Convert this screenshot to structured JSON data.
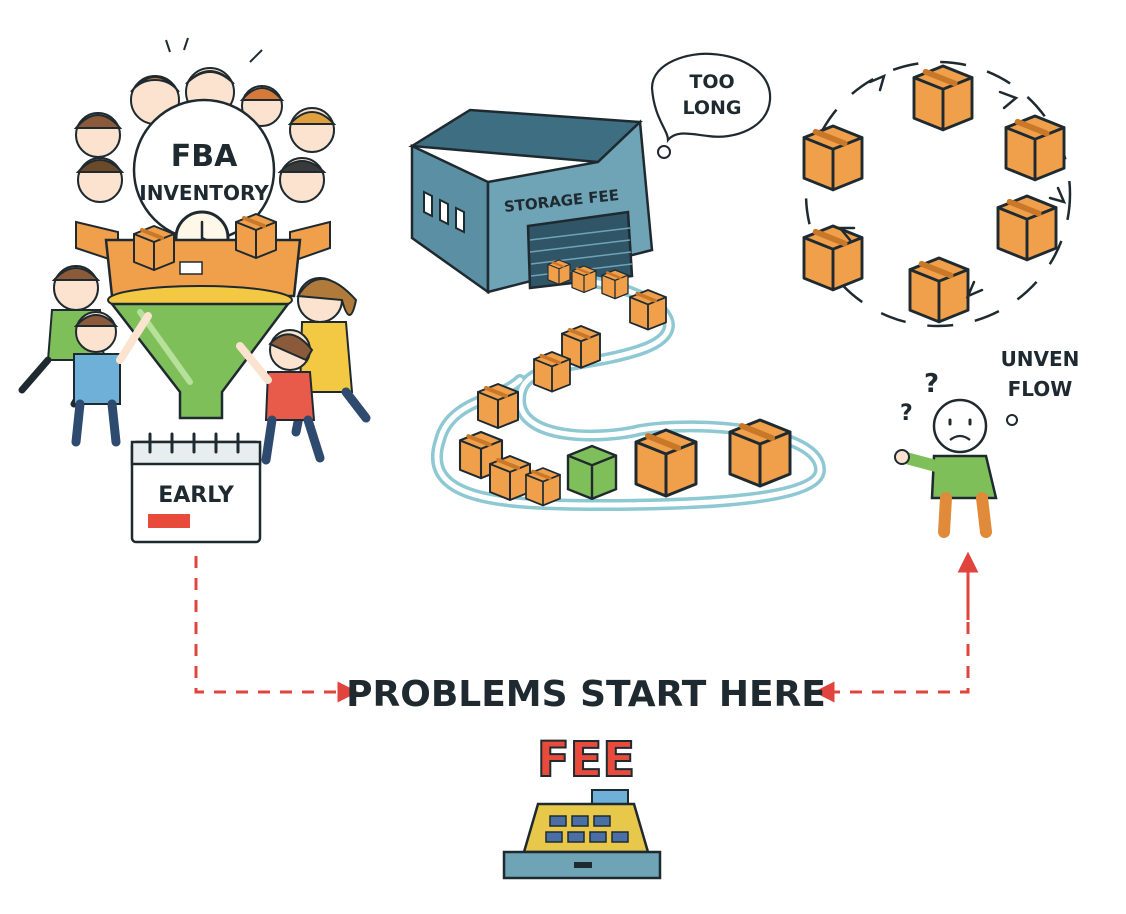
{
  "funnel": {
    "badge_line1": "FBA",
    "badge_line2": "INVENTORY",
    "calendar_label": "EARLY"
  },
  "warehouse": {
    "sign": "STORAGE FEE",
    "thought_line1": "TOO",
    "thought_line2": "LONG"
  },
  "person": {
    "thought_line1": "UNVEN",
    "thought_line2": "FLOW",
    "marks": "?"
  },
  "bottom": {
    "caption": "PROBLEMS START HERE",
    "fee": "FEE"
  },
  "colors": {
    "arrow": "#e0443c",
    "box": "#f0a04b",
    "funnel": "#7fbf5a",
    "warehouse": "#5b8fa3",
    "path": "#8ec8d3",
    "register": "#e8c84a",
    "fee": "#e84a3c"
  }
}
